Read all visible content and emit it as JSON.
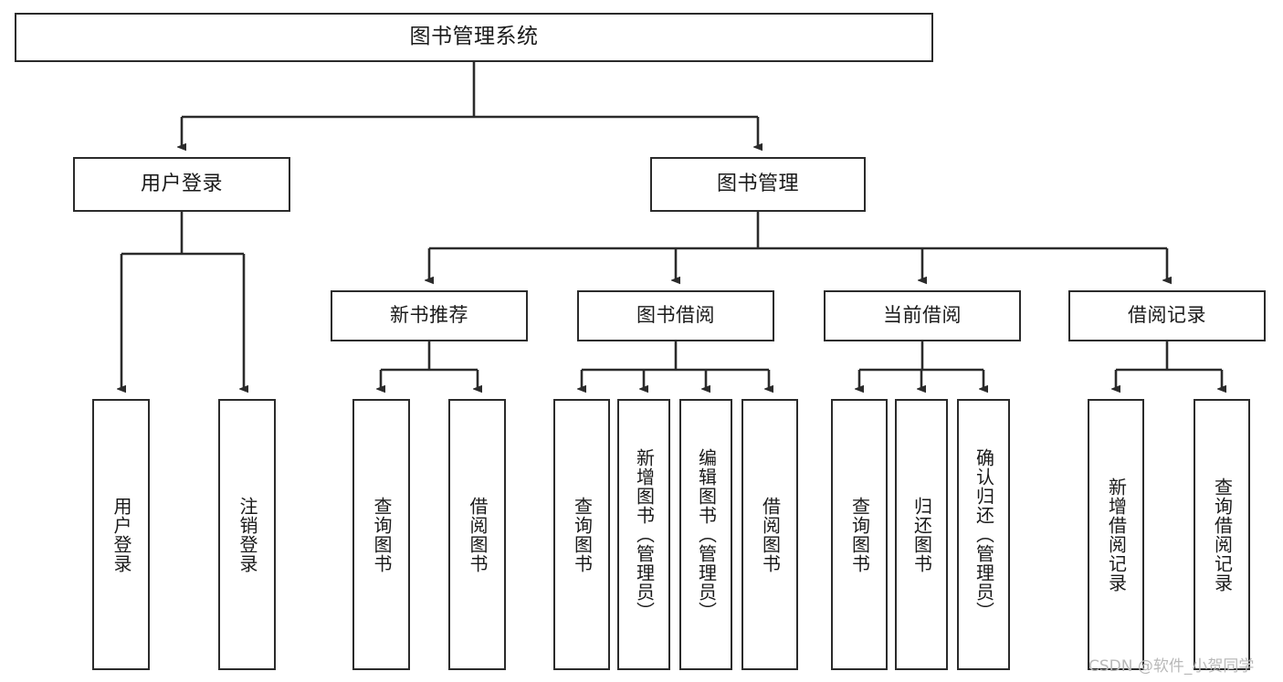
{
  "diagram": {
    "title": "图书管理系统",
    "watermark": "CSDN @软件_小贺同学",
    "colors": {
      "background": "#ffffff",
      "box_border": "#2b2b2b",
      "box_fill": "#ffffff",
      "connector": "#2b2b2b",
      "text": "#1a1a1a",
      "watermark": "#b9b9b9"
    },
    "nodes": {
      "root": "图书管理系统",
      "user_login": "用户登录",
      "book_manage": "图书管理",
      "new_book_rec": "新书推荐",
      "book_borrow": "图书借阅",
      "current_borrow": "当前借阅",
      "borrow_record": "借阅记录",
      "leaf_user_login": "用户登录",
      "leaf_logout": "注销登录",
      "leaf_query_book_1": "查询图书",
      "leaf_borrow_book_1": "借阅图书",
      "leaf_query_book_2": "查询图书",
      "leaf_add_book_admin": "新增图书（管理员）",
      "leaf_edit_book_admin": "编辑图书（管理员）",
      "leaf_borrow_book_2": "借阅图书",
      "leaf_query_book_3": "查询图书",
      "leaf_return_book": "归还图书",
      "leaf_confirm_return_admin": "确认归还（管理员）",
      "leaf_add_record": "新增借阅记录",
      "leaf_query_record": "查询借阅记录"
    }
  }
}
